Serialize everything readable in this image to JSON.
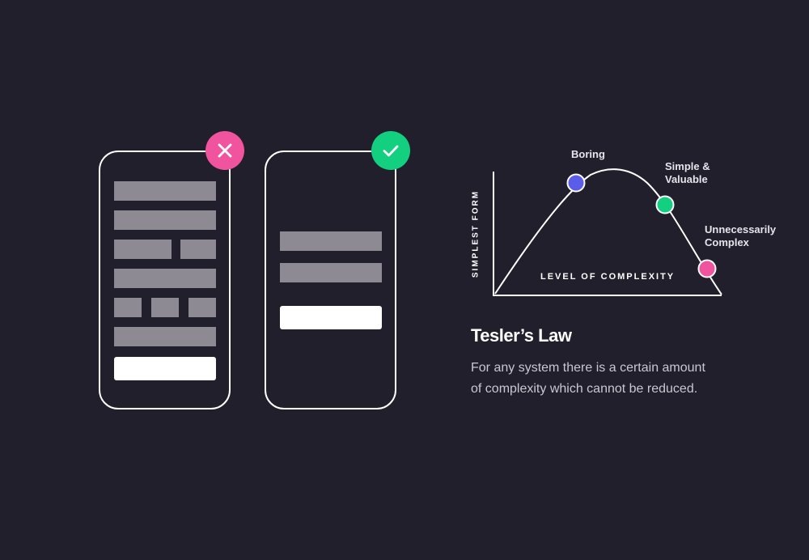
{
  "colors": {
    "background": "#211f2c",
    "bad": "#f0549e",
    "good": "#12d07f",
    "boring": "#5b5ce9",
    "placeholder": "#8d8a94"
  },
  "left_mockup": {
    "badge_icon": "close-icon"
  },
  "right_mockup": {
    "badge_icon": "check-icon"
  },
  "chart_data": {
    "type": "line",
    "xlabel": "LEVEL OF COMPLEXITY",
    "ylabel": "SIMPLEST FORM",
    "annotations": [
      {
        "label": "Boring",
        "color": "#5b5ce9"
      },
      {
        "label_line1": "Simple &",
        "label_line2": "Valuable",
        "color": "#12d07f"
      },
      {
        "label_line1": "Unnecessarily",
        "label_line2": "Complex",
        "color": "#f0549e"
      }
    ]
  },
  "law": {
    "title": "Tesler’s Law",
    "description": "For any system there is a certain amount of complexity which cannot be reduced."
  }
}
